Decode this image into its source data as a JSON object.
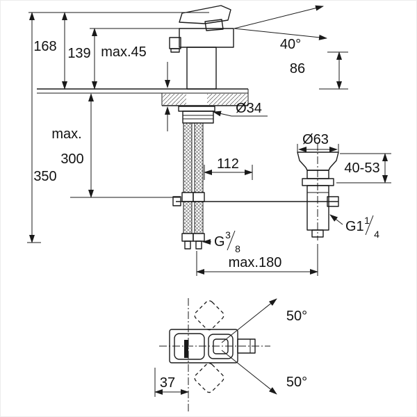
{
  "colors": {
    "background": "#ffffff",
    "line": "#1a1a1a"
  },
  "side_view": {
    "labels": {
      "height_overall": "168",
      "height_to_deck": "139",
      "deck_thickness_max": "max.45",
      "handle_swing_angle": "40°",
      "spout_outlet_height": "86",
      "mounting_hole_diameter": "Ø34",
      "hose_length_line1": "max.",
      "hose_length_line2": "300",
      "height_total": "350",
      "projection": "112",
      "waste_flange_diameter": "Ø63",
      "waste_height_range": "40-53",
      "reach_max": "max.180",
      "supply_thread": {
        "base": "G",
        "numerator": "3",
        "denominator": "8"
      },
      "waste_thread": {
        "base": "G1",
        "numerator": "1",
        "denominator": "4"
      }
    }
  },
  "plan_view": {
    "labels": {
      "swivel_angle_upper": "50°",
      "swivel_angle_lower": "50°",
      "handle_offset": "37"
    }
  }
}
